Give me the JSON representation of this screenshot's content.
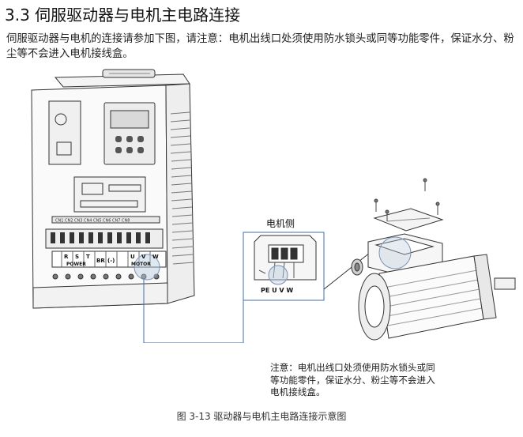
{
  "section": {
    "heading": "3.3 伺服驱动器与电机主电路连接",
    "intro": "伺服驱动器与电机的连接请参加下图，请注意：电机出线口处须使用防水锁头或同等功能零件，保证水分、粉尘等不会进入电机接线盒。"
  },
  "figure": {
    "drive_labels": {
      "power": "POWER",
      "motor": "MOTOR",
      "r": "R",
      "s": "S",
      "t": "T",
      "br": "BR",
      "minus": "(-)",
      "u": "U",
      "v": "V",
      "w": "W"
    },
    "inset_title": "电机侧",
    "inset_terminals": "PE U V W",
    "note": "注意：电机出线口处须使用防水锁头或同等功能零件，保证水分、粉尘等不会进入电机接线盒。",
    "caption": "图 3-13 驱动器与电机主电路连接示意图"
  }
}
